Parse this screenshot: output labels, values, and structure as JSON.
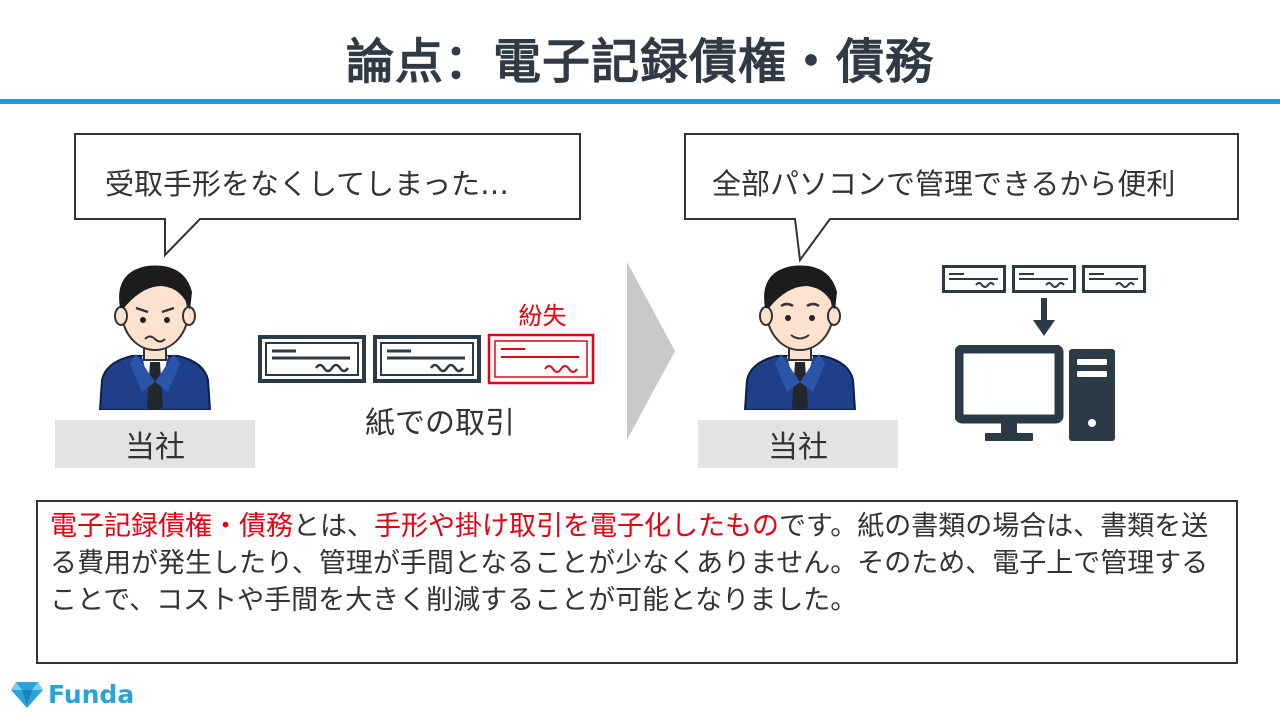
{
  "title": "論点：電子記録債権・債務",
  "left": {
    "speech": "受取手形をなくしてしまった…",
    "person_label": "当社",
    "caption": "紙での取引",
    "lost_label": "紛失"
  },
  "right": {
    "speech": "全部パソコンで管理できるから便利",
    "person_label": "当社"
  },
  "description": {
    "hl1": "電子記録債権・債務",
    "t1": "とは、",
    "hl2": "手形や掛け取引を電子化したもの",
    "t2": "です。紙の書類の場合は、書類を送る費用が発生したり、管理が手間となることが少なくありません。そのため、電子上で管理することで、コストや手間を大きく削減することが可能となりました。"
  },
  "logo": {
    "text": "Funda"
  },
  "colors": {
    "accent": "#1e9bd7",
    "alert": "#e60012",
    "dark": "#2b3a47",
    "suit": "#1f3f8a"
  },
  "icons": [
    "person-worried-icon",
    "person-smiling-icon",
    "bill-icon",
    "desktop-computer-icon",
    "arrow-down-icon",
    "chevron-right-icon",
    "diamond-logo-icon"
  ]
}
